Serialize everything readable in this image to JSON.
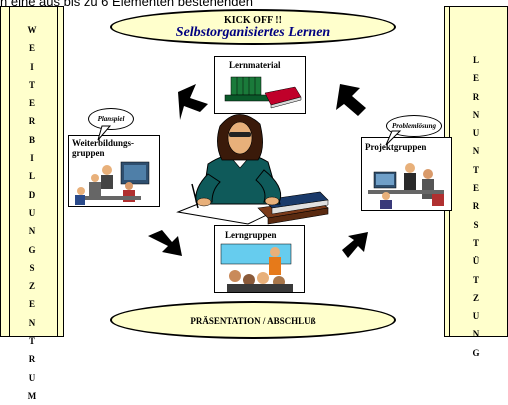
{
  "top_text": "n eine aus bis zu 6 Elementen bestehenden",
  "left_bar": {
    "letters": [
      "W",
      "E",
      "I",
      "T",
      "E",
      "R",
      "B",
      "I",
      "L",
      "D",
      "U",
      "N",
      "G",
      "S",
      "Z",
      "E",
      "N",
      "T",
      "R",
      "U",
      "M"
    ]
  },
  "right_bar": {
    "letters": [
      "L",
      "E",
      "R",
      "N",
      "U",
      "N",
      "T",
      "E",
      "R",
      "S",
      "T",
      "Ü",
      "T",
      "Z",
      "U",
      "N",
      "G"
    ]
  },
  "top_ellipse": {
    "line1": "KICK  OFF !!",
    "line2": "Selbstorganisiertes Lernen"
  },
  "bottom_ellipse": {
    "label": "PRÄSENTATION / ABSCHLUß"
  },
  "boxes": {
    "lernmaterial": "Lernmaterial",
    "weiterbildung": "Weiterbildungs-\ngruppen",
    "projekt": "Projektgruppen",
    "lerngruppen": "Lerngruppen"
  },
  "callouts": {
    "planspiel": "Planspiel",
    "problemloesung": "Problemlösung"
  }
}
